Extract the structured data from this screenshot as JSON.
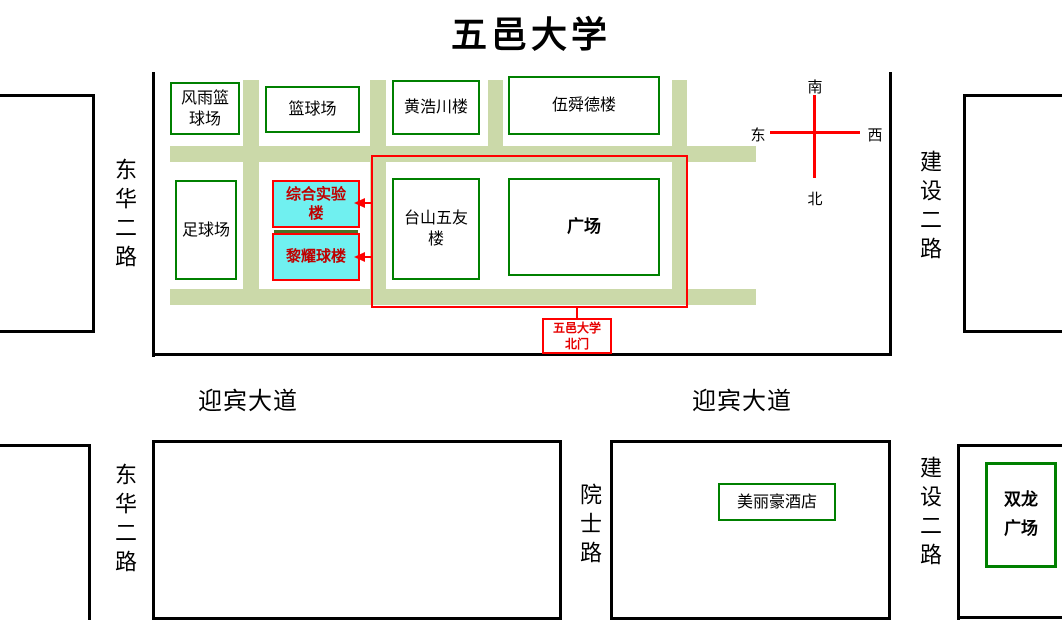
{
  "title": "五邑大学",
  "compass": {
    "top": "南",
    "bottom": "北",
    "left": "东",
    "right": "西"
  },
  "campus": {
    "buildings": {
      "covered_basketball_court": {
        "lines": [
          "风雨篮",
          "球场"
        ]
      },
      "basketball_court": {
        "label": "篮球场"
      },
      "huang_haochuan_building": {
        "label": "黄浩川楼"
      },
      "wu_shunde_building": {
        "label": "伍舜德楼"
      },
      "football_field": {
        "label": "足球场"
      },
      "comprehensive_lab_building": {
        "lines": [
          "综合实验",
          "楼"
        ]
      },
      "li_yaoqiu_building": {
        "label": "黎耀球楼"
      },
      "taishan_wuyou_building": {
        "lines": [
          "台山五友",
          "楼"
        ]
      },
      "plaza": {
        "label": "广场"
      },
      "north_gate": {
        "lines": [
          "五邑大学",
          "北门"
        ]
      }
    }
  },
  "roads": {
    "donghua_2nd_upper": "东华二路",
    "donghua_2nd_lower": "东华二路",
    "jianshe_2nd_upper": "建设二路",
    "jianshe_2nd_lower": "建设二路",
    "yingbin_avenue_left": "迎宾大道",
    "yingbin_avenue_right": "迎宾大道",
    "yuanshi_road": "院士路"
  },
  "landmarks": {
    "hotel": {
      "label": "美丽豪酒店"
    },
    "shuanglong_plaza": {
      "lines": [
        "双龙",
        "广场"
      ]
    }
  },
  "colors": {
    "building_border": "#008000",
    "campus_road_fill": "#cbd9a9",
    "highlight_fill": "#70f0f0",
    "route_line": "#ff0000",
    "wall_line": "#000000"
  }
}
